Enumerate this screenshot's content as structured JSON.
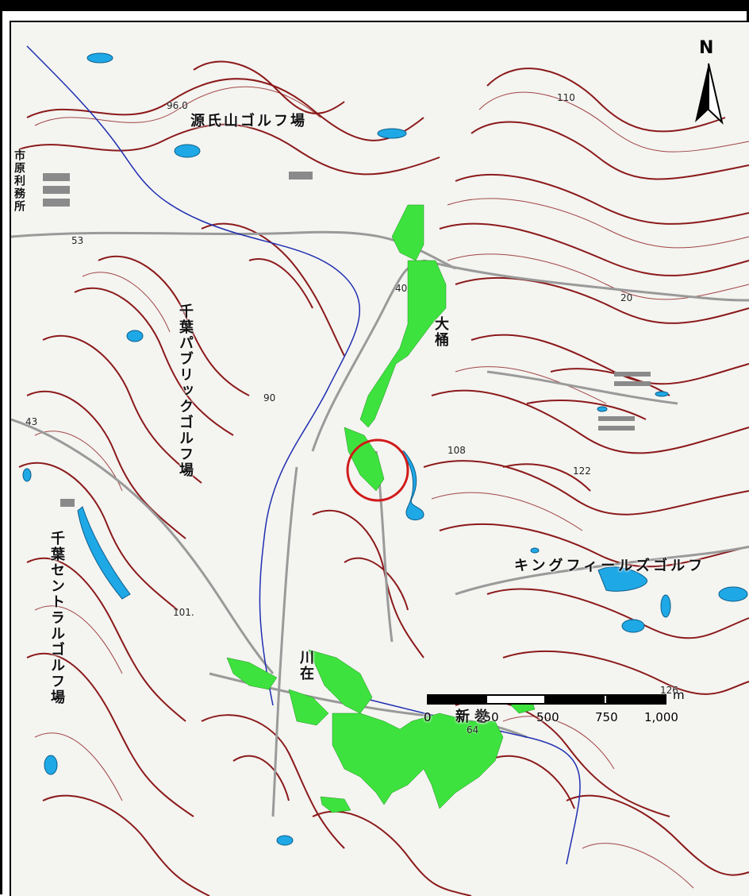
{
  "labels": {
    "genji_golf": "源氏山ゴルフ場",
    "chiba_public_golf": "千葉パブリックゴルフ場",
    "chiba_central_golf": "千葉セントラルゴルフ場",
    "king_fields_golf": "キングフィールズゴルフ",
    "owake": "大桶",
    "kawazai": "川在",
    "shinmaki": "新巻",
    "city_office": "市原利務所"
  },
  "elevations": {
    "e1": "96.0",
    "e2": "110",
    "e3": "53",
    "e4": "40",
    "e5": "20",
    "e6": "90",
    "e7": "43",
    "e8": "108",
    "e9": "122",
    "e10": "101.",
    "e11": "126",
    "e12": "64"
  },
  "north_arrow": {
    "letter": "N"
  },
  "scale_bar": {
    "unit": "m",
    "ticks": [
      "0",
      "250",
      "500",
      "750",
      "1,000"
    ]
  },
  "colors": {
    "contour": "#8b1a1a",
    "water": "#1fa8e6",
    "forest_highlight": "#3ee23e",
    "road": "#9a9a9a",
    "river": "#1f2fb0",
    "marker": "#d11a1a"
  }
}
